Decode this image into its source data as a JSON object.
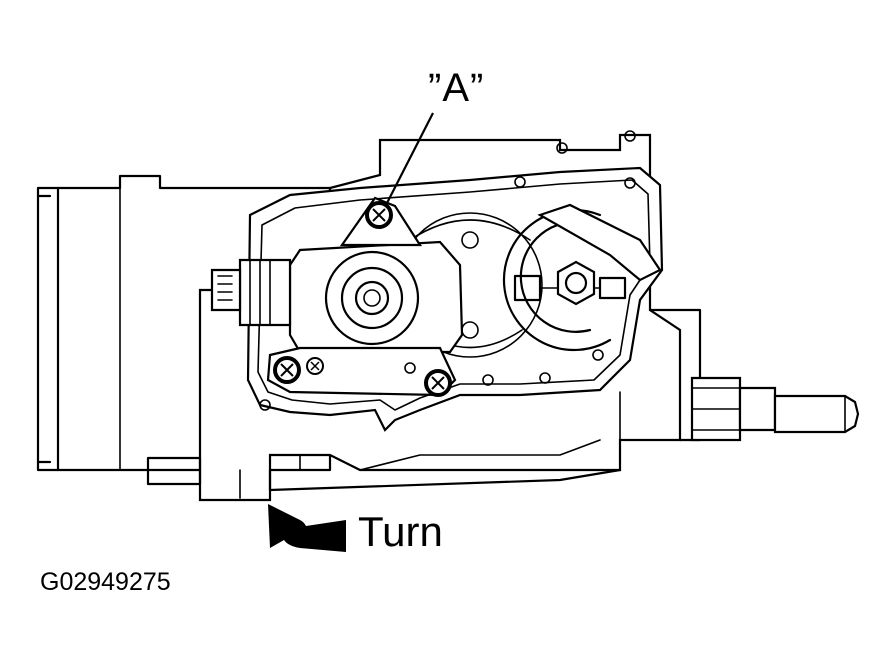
{
  "callout": {
    "label": "”A”"
  },
  "turn": {
    "label": "Turn"
  },
  "figure": {
    "id": "G02949275"
  },
  "colors": {
    "ink": "#000000",
    "background": "#ffffff"
  }
}
